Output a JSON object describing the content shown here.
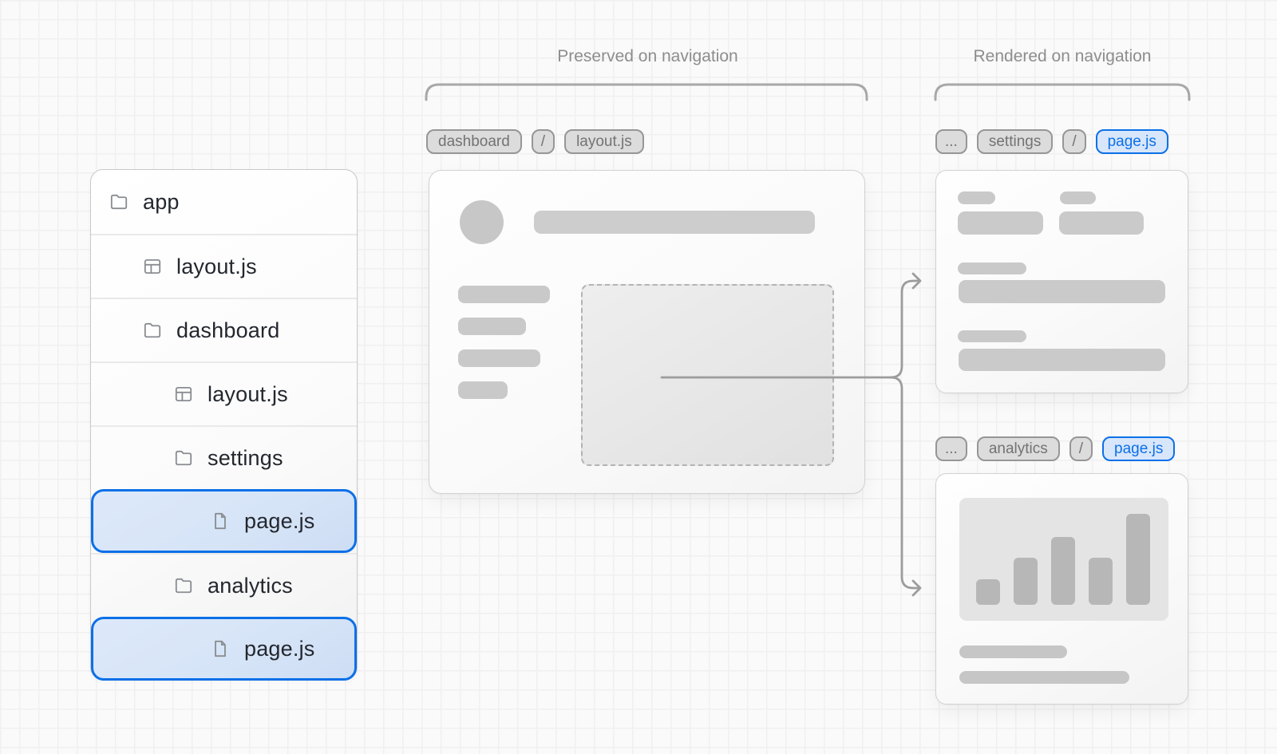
{
  "headers": {
    "preserved": "Preserved on navigation",
    "rendered": "Rendered on navigation"
  },
  "file_tree": {
    "items": [
      {
        "label": "app",
        "icon": "folder",
        "level": 0,
        "highlighted": false
      },
      {
        "label": "layout.js",
        "icon": "layout",
        "level": 1,
        "highlighted": false
      },
      {
        "label": "dashboard",
        "icon": "folder",
        "level": 1,
        "highlighted": false
      },
      {
        "label": "layout.js",
        "icon": "layout",
        "level": 2,
        "highlighted": false
      },
      {
        "label": "settings",
        "icon": "folder",
        "level": 2,
        "highlighted": false
      },
      {
        "label": "page.js",
        "icon": "file",
        "level": 3,
        "highlighted": true
      },
      {
        "label": "analytics",
        "icon": "folder",
        "level": 2,
        "highlighted": false
      },
      {
        "label": "page.js",
        "icon": "file",
        "level": 3,
        "highlighted": true
      }
    ]
  },
  "breadcrumbs": {
    "layout_chips": [
      {
        "label": "dashboard",
        "variant": "gray"
      },
      {
        "label": "/",
        "variant": "gray"
      },
      {
        "label": "layout.js",
        "variant": "gray"
      }
    ],
    "settings_chips": [
      {
        "label": "...",
        "variant": "gray"
      },
      {
        "label": "settings",
        "variant": "gray"
      },
      {
        "label": "/",
        "variant": "gray"
      },
      {
        "label": "page.js",
        "variant": "blue"
      }
    ],
    "analytics_chips": [
      {
        "label": "...",
        "variant": "gray"
      },
      {
        "label": "analytics",
        "variant": "gray"
      },
      {
        "label": "/",
        "variant": "gray"
      },
      {
        "label": "page.js",
        "variant": "blue"
      }
    ]
  },
  "analytics_chart": {
    "bar_heights": [
      32,
      59,
      85,
      59,
      114
    ]
  },
  "colors": {
    "accent_blue": "#0c70e8",
    "accent_blue_bg": "#d8e6fb",
    "highlight_row_bg": "#d9e6f8",
    "chip_gray_bg": "#dcdcdc",
    "chip_gray_border": "#969696",
    "chip_gray_text": "#737373",
    "skeleton_gray": "#c9c9c9",
    "connector_gray": "#9c9c9c"
  }
}
